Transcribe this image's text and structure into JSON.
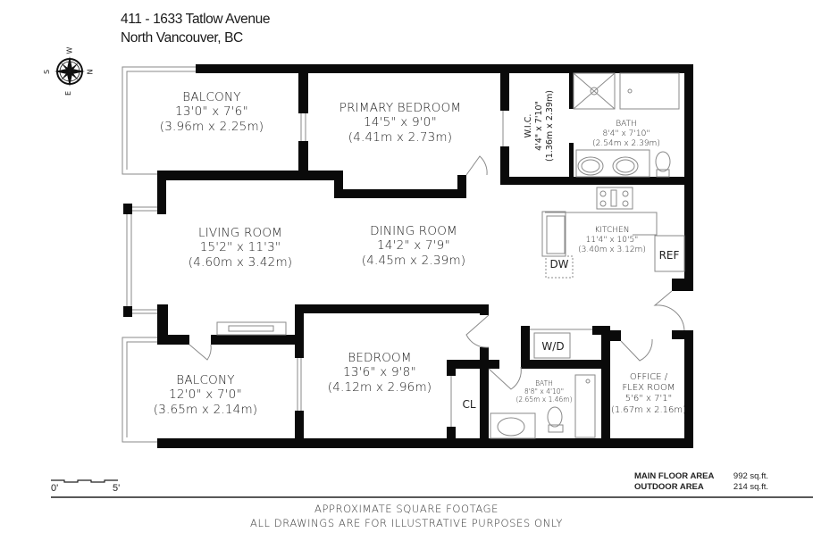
{
  "header": {
    "address_line1": "411 - 1633 Tatlow Avenue",
    "address_line2": "North Vancouver, BC"
  },
  "compass": {
    "icon": "compass-rose-icon",
    "labels": {
      "top": "W",
      "right": "N",
      "bottom": "E",
      "left": "S"
    }
  },
  "rooms": {
    "balcony_top": {
      "name": "BALCONY",
      "imperial": "13'0\" x 7'6\"",
      "metric": "(3.96m x 2.25m)"
    },
    "primary_bedroom": {
      "name": "PRIMARY BEDROOM",
      "imperial": "14'5\" x 9'0\"",
      "metric": "(4.41m x 2.73m)"
    },
    "wic": {
      "name": "W.I.C.",
      "imperial": "4'4\" x 7'10\"",
      "metric": "(1.36m x 2.39m)"
    },
    "bath_primary": {
      "name": "BATH",
      "imperial": "8'4\" x 7'10\"",
      "metric": "(2.54m x 2.39m)"
    },
    "living_room": {
      "name": "LIVING ROOM",
      "imperial": "15'2\" x 11'3\"",
      "metric": "(4.60m x 3.42m)"
    },
    "dining_room": {
      "name": "DINING ROOM",
      "imperial": "14'2\" x 7'9\"",
      "metric": "(4.45m x 2.39m)"
    },
    "kitchen": {
      "name": "KITCHEN",
      "imperial": "11'4\" x 10'5\"",
      "metric": "(3.40m x 3.12m)"
    },
    "balcony_bottom": {
      "name": "BALCONY",
      "imperial": "12'0\" x 7'0\"",
      "metric": "(3.65m x 2.14m)"
    },
    "bedroom": {
      "name": "BEDROOM",
      "imperial": "13'6\" x 9'8\"",
      "metric": "(4.12m x 2.96m)"
    },
    "bath_second": {
      "name": "BATH",
      "imperial": "8'8\" x 4'10\"",
      "metric": "(2.65m x 1.46m)"
    },
    "office": {
      "name_line1": "OFFICE /",
      "name_line2": "FLEX ROOM",
      "imperial": "5'6\" x 7'1\"",
      "metric": "(1.67m x 2.16m)"
    }
  },
  "fixtures": {
    "dw": "DW",
    "ref": "REF",
    "wd": "W/D",
    "cl": "CL"
  },
  "scale_bar": {
    "start": "0'",
    "end": "5'"
  },
  "areas": [
    {
      "label": "MAIN FLOOR AREA",
      "value": "992 sq.ft."
    },
    {
      "label": "OUTDOOR AREA",
      "value": "214 sq.ft."
    }
  ],
  "footer": {
    "line1": "APPROXIMATE SQUARE FOOTAGE",
    "line2": "ALL DRAWINGS ARE FOR ILLUSTRATIVE PURPOSES ONLY"
  },
  "colors": {
    "wall": "#0a0a0a",
    "thin_line": "#8a8a8a",
    "text": "#222222"
  }
}
